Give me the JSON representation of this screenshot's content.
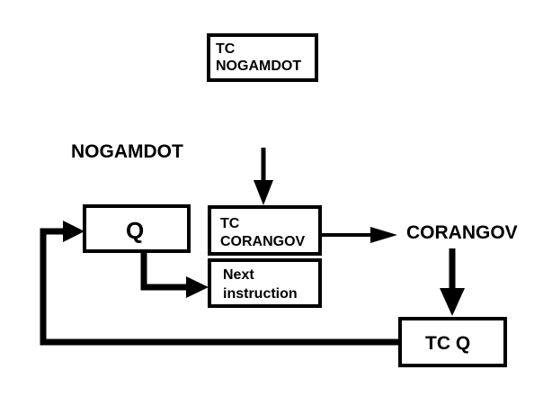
{
  "diagram": {
    "nodes": {
      "tc_nogamdot": {
        "line1": "TC",
        "line2": "NOGAMDOT"
      },
      "nogamdot_label": {
        "text": "NOGAMDOT"
      },
      "q_box": {
        "text": "Q"
      },
      "tc_corangov": {
        "line1": "TC",
        "line2": "CORANGOV"
      },
      "next_instruction": {
        "line1": "Next",
        "line2": "instruction"
      },
      "corangov_label": {
        "text": "CORANGOV"
      },
      "tc_q": {
        "text": "TC Q"
      }
    },
    "edges": [
      {
        "from": "above",
        "to": "tc_corangov"
      },
      {
        "from": "tc_corangov",
        "to": "corangov_label"
      },
      {
        "from": "corangov_label",
        "to": "tc_q"
      },
      {
        "from": "tc_q",
        "to": "q_box"
      },
      {
        "from": "q_box",
        "to": "next_instruction"
      }
    ],
    "colors": {
      "stroke": "#000000",
      "background": "#ffffff"
    }
  }
}
